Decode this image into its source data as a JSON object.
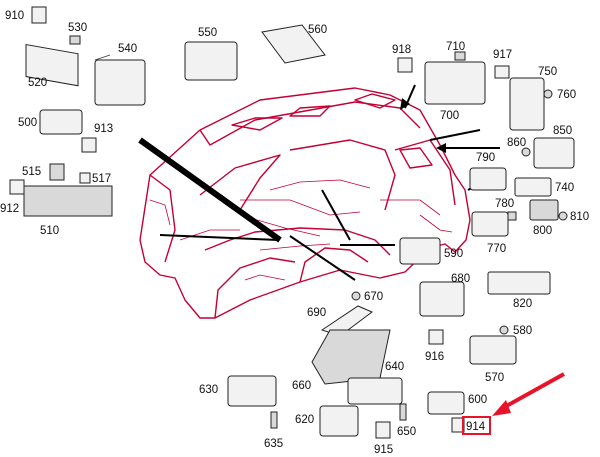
{
  "diagram": {
    "highlight_color": "#e8132b",
    "body_outline_color": "#c40035",
    "highlighted_label": "914",
    "labels": {
      "p910": "910",
      "p530": "530",
      "p520": "520",
      "p540": "540",
      "p550": "550",
      "p560": "560",
      "p918": "918",
      "p710": "710",
      "p917": "917",
      "p750": "750",
      "p760": "760",
      "p700": "700",
      "p500": "500",
      "p913": "913",
      "p515": "515",
      "p517": "517",
      "p912": "912",
      "p510": "510",
      "p860": "860",
      "p850": "850",
      "p790": "790",
      "p740": "740",
      "p780": "780",
      "p810": "810",
      "p800": "800",
      "p770": "770",
      "p590": "590",
      "p680": "680",
      "p820": "820",
      "p670": "670",
      "p690": "690",
      "p916": "916",
      "p580": "580",
      "p640": "640",
      "p570": "570",
      "p630": "630",
      "p660": "660",
      "p600": "600",
      "p620": "620",
      "p650": "650",
      "p915": "915",
      "p635": "635",
      "p914": "914"
    }
  }
}
